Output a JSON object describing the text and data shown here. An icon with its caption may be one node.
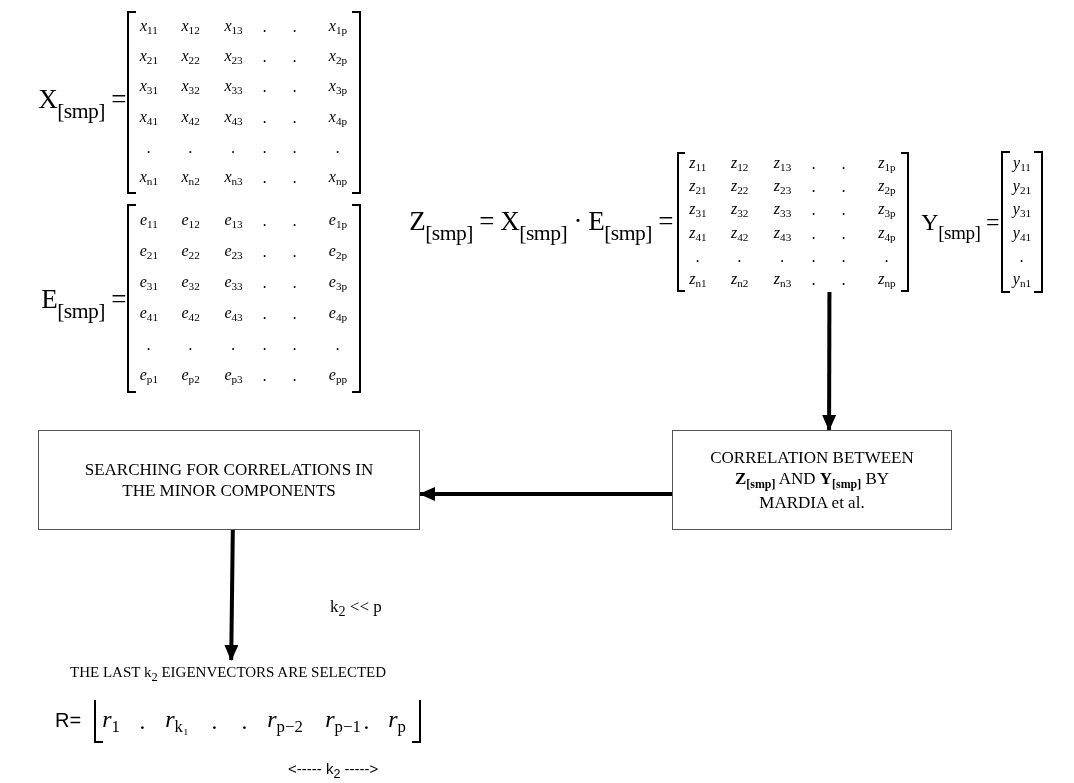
{
  "diagram": {
    "nodes": [
      {
        "text": [
          "z$_{11}$",
          "z$_{12}$",
          "z$_{13}$",
          ".",
          ".",
          "z$_{1p}$",
          "z$_{21}$",
          "z$_{22}$",
          "z$_{23}$",
          ".",
          ".",
          "z$_{2p}$",
          "z$_{31}$",
          "z$_{32}$",
          "z$_{33}$",
          ".",
          ".",
          "z$_{3p}$",
          "z$_{41}$",
          "z$_{42}$",
          "z$_{43}$",
          ".",
          ".",
          "z$_{4p}$",
          ".",
          ".",
          ".",
          ".",
          ".",
          ".",
          "z$_{n1}$",
          "z$_{n2}$",
          "z$_{n3}$",
          ".",
          ".",
          "z$_{np}$"
        ]
      },
      {
        "text": [
          "CORRELATION BETWEEN **Z**$_{[smp]}$ AND **Y**$_{[smp]}$ BY MARDIA et al."
        ]
      },
      {
        "text": [
          "SEARCHING FOR CORRELATIONS IN THE MINOR COMPONENTS"
        ]
      },
      {
        "text": [
          "THE LAST k$_{2}$ EIGENVECTORS ARE SELECTED"
        ]
      }
    ],
    "edges": [
      {
        "from": 0,
        "to": 1,
        "arrow": "to"
      },
      {
        "from": 1,
        "to": 2,
        "arrow": "to"
      },
      {
        "from": 2,
        "to": 3,
        "arrow": "to"
      }
    ],
    "labels": [
      "X$_{[smp]}$ =",
      "x$_{11}$",
      "x$_{12}$",
      "x$_{13}$",
      ".",
      ".",
      "x$_{1p}$",
      "x$_{21}$",
      "x$_{22}$",
      "x$_{23}$",
      ".",
      ".",
      "x$_{2p}$",
      "x$_{31}$",
      "x$_{32}$",
      "x$_{33}$",
      ".",
      ".",
      "x$_{3p}$",
      "x$_{41}$",
      "x$_{42}$",
      "x$_{43}$",
      ".",
      ".",
      "x$_{4p}$",
      ".",
      ".",
      ".",
      ".",
      ".",
      ".",
      "x$_{n1}$",
      "x$_{n2}$",
      "x$_{n3}$",
      ".",
      ".",
      "x$_{np}$",
      "E$_{[smp]}$ =",
      "e$_{11}$",
      "e$_{12}$",
      "e$_{13}$",
      ".",
      ".",
      "e$_{1p}$",
      "e$_{21}$",
      "e$_{22}$",
      "e$_{23}$",
      ".",
      ".",
      "e$_{2p}$",
      "e$_{31}$",
      "e$_{32}$",
      "e$_{33}$",
      ".",
      ".",
      "e$_{3p}$",
      "e$_{41}$",
      "e$_{42}$",
      "e$_{43}$",
      ".",
      ".",
      "e$_{4p}$",
      ".",
      ".",
      ".",
      ".",
      ".",
      ".",
      "e$_{p1}$",
      "e$_{p2}$",
      "e$_{p3}$",
      ".",
      ".",
      "e$_{pp}$",
      "Z$_{[smp]}$ = X$_{[smp]}$ · E$_{[smp]}$ =",
      "Y$_{[smp]}$ =",
      "y$_{11}$",
      "y$_{21}$",
      "y$_{31}$",
      "y$_{41}$",
      ".",
      "y$_{n1}$",
      "k$_{2}$ << p",
      "R=",
      "r$_{1}$",
      ".",
      "r$_{k₁}$",
      ".",
      ".",
      "r$_{p−2}$",
      "r$_{p−1}$",
      ".",
      "r$_{p}$",
      "<----- k$_{2}$ ----->"
    ]
  }
}
